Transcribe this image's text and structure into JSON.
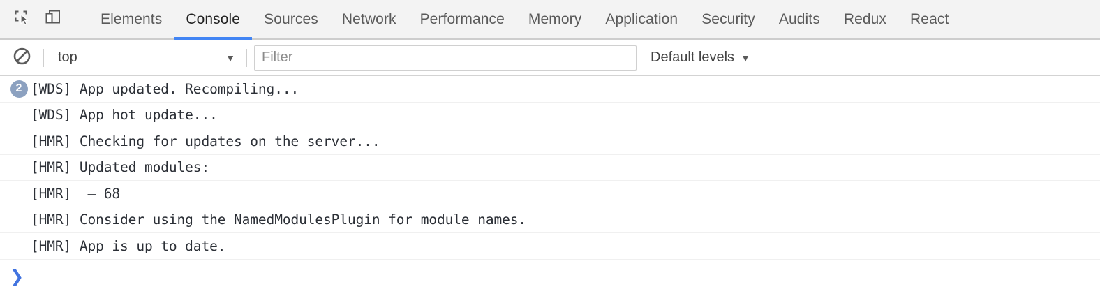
{
  "toolbar": {
    "inspect_icon": "inspect-element-icon",
    "device_icon": "device-toolbar-icon",
    "tabs": [
      {
        "label": "Elements",
        "active": false
      },
      {
        "label": "Console",
        "active": true
      },
      {
        "label": "Sources",
        "active": false
      },
      {
        "label": "Network",
        "active": false
      },
      {
        "label": "Performance",
        "active": false
      },
      {
        "label": "Memory",
        "active": false
      },
      {
        "label": "Application",
        "active": false
      },
      {
        "label": "Security",
        "active": false
      },
      {
        "label": "Audits",
        "active": false
      },
      {
        "label": "Redux",
        "active": false
      },
      {
        "label": "React",
        "active": false
      }
    ]
  },
  "filterbar": {
    "clear_icon": "clear-console-icon",
    "context": {
      "value": "top",
      "caret": "▼"
    },
    "filter": {
      "value": "",
      "placeholder": "Filter"
    },
    "levels": {
      "label": "Default levels",
      "caret": "▼"
    }
  },
  "console": {
    "messages": [
      {
        "badge": "2",
        "text": "[WDS] App updated. Recompiling..."
      },
      {
        "badge": null,
        "text": "[WDS] App hot update..."
      },
      {
        "badge": null,
        "text": "[HMR] Checking for updates on the server..."
      },
      {
        "badge": null,
        "text": "[HMR] Updated modules:"
      },
      {
        "badge": null,
        "text": "[HMR]  – 68"
      },
      {
        "badge": null,
        "text": "[HMR] Consider using the NamedModulesPlugin for module names."
      },
      {
        "badge": null,
        "text": "[HMR] App is up to date."
      }
    ],
    "prompt": {
      "chevron": "❯",
      "value": ""
    }
  },
  "colors": {
    "accent": "#4285f4",
    "prompt": "#4274e0",
    "badge_bg": "#8ca1c0",
    "tabbar_bg": "#f3f3f3",
    "text": "#2b2f36"
  }
}
